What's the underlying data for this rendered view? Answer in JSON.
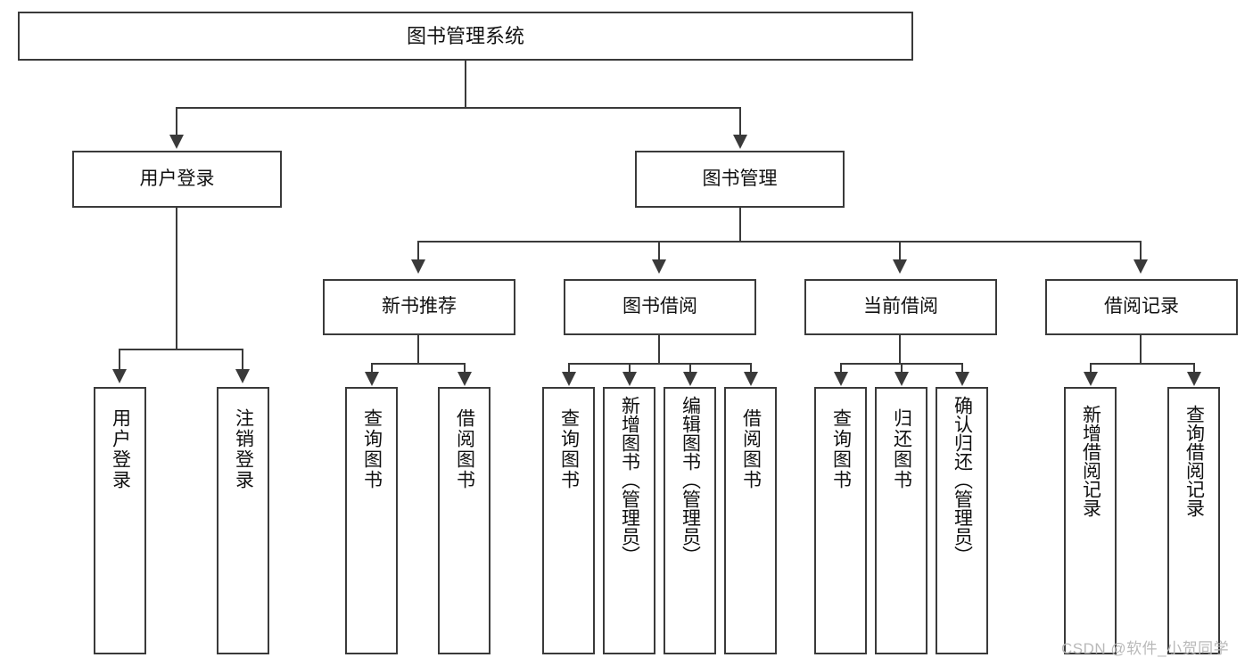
{
  "diagram": {
    "type": "tree",
    "title": "图书管理系统",
    "root": {
      "id": "root",
      "label": "图书管理系统"
    },
    "level2": [
      {
        "id": "user-login",
        "label": "用户登录"
      },
      {
        "id": "book-manage",
        "label": "图书管理"
      }
    ],
    "level3": [
      {
        "id": "new-book-recommend",
        "label": "新书推荐",
        "parent": "book-manage"
      },
      {
        "id": "book-borrow",
        "label": "图书借阅",
        "parent": "book-manage"
      },
      {
        "id": "current-borrow",
        "label": "当前借阅",
        "parent": "book-manage"
      },
      {
        "id": "borrow-record",
        "label": "借阅记录",
        "parent": "book-manage"
      }
    ],
    "leaves": [
      {
        "id": "leaf-user-login",
        "label": "用户登录",
        "parent": "user-login"
      },
      {
        "id": "leaf-user-logout",
        "label": "注销登录",
        "parent": "user-login"
      },
      {
        "id": "leaf-query-book-1",
        "label": "查询图书",
        "parent": "new-book-recommend"
      },
      {
        "id": "leaf-borrow-book-1",
        "label": "借阅图书",
        "parent": "new-book-recommend"
      },
      {
        "id": "leaf-query-book-2",
        "label": "查询图书",
        "parent": "book-borrow"
      },
      {
        "id": "leaf-add-book",
        "label": "新增图书（管理员）",
        "parent": "book-borrow"
      },
      {
        "id": "leaf-edit-book",
        "label": "编辑图书（管理员）",
        "parent": "book-borrow"
      },
      {
        "id": "leaf-borrow-book-2",
        "label": "借阅图书",
        "parent": "book-borrow"
      },
      {
        "id": "leaf-query-book-3",
        "label": "查询图书",
        "parent": "current-borrow"
      },
      {
        "id": "leaf-return-book",
        "label": "归还图书",
        "parent": "current-borrow"
      },
      {
        "id": "leaf-confirm-return",
        "label": "确认归还（管理员）",
        "parent": "current-borrow"
      },
      {
        "id": "leaf-add-record",
        "label": "新增借阅记录",
        "parent": "borrow-record"
      },
      {
        "id": "leaf-query-record",
        "label": "查询借阅记录",
        "parent": "borrow-record"
      }
    ],
    "colors": {
      "box_border": "#3a3a3a",
      "box_fill": "#ffffff",
      "connector": "#3a3a3a",
      "text": "#111111",
      "watermark": "#b9b9b9",
      "background": "#ffffff"
    }
  },
  "watermark": {
    "text": "CSDN @软件_小贺同学"
  }
}
